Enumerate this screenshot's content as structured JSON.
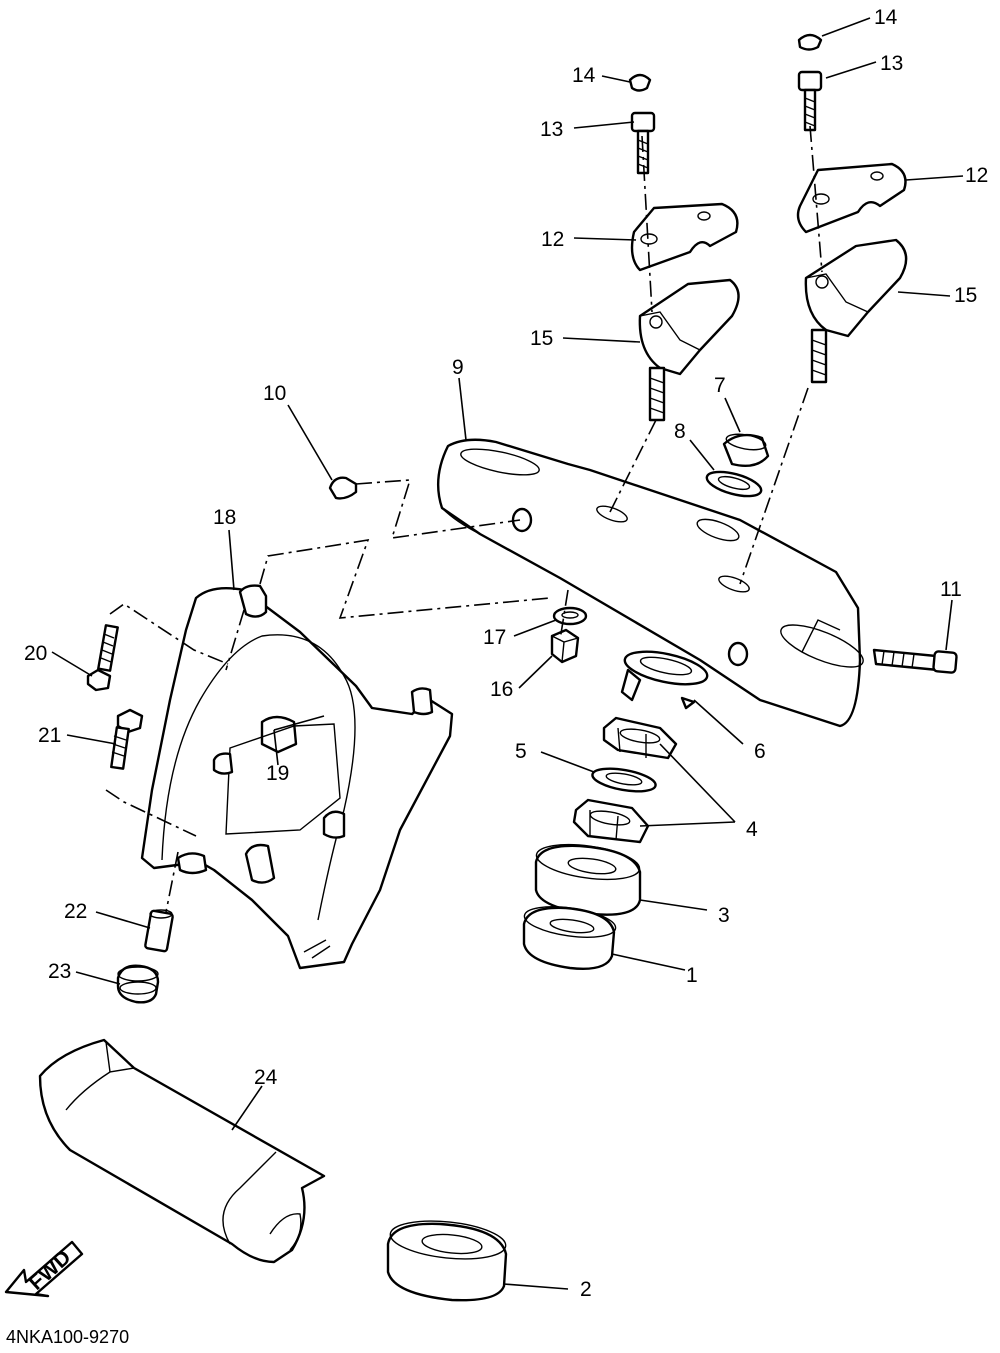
{
  "diagram": {
    "code": "4NKA100-9270",
    "fwd_label": "FWD",
    "callouts": {
      "c14a": "14",
      "c14b": "14",
      "c13a": "13",
      "c13b": "13",
      "c12a": "12",
      "c12b": "12",
      "c15a": "15",
      "c15b": "15",
      "c10": "10",
      "c9": "9",
      "c7": "7",
      "c8": "8",
      "c11": "11",
      "c18": "18",
      "c20": "20",
      "c21": "21",
      "c17": "17",
      "c16": "16",
      "c6": "6",
      "c5": "5",
      "c4": "4",
      "c19": "19",
      "c3": "3",
      "c1": "1",
      "c22": "22",
      "c23": "23",
      "c24": "24",
      "c2": "2"
    }
  }
}
